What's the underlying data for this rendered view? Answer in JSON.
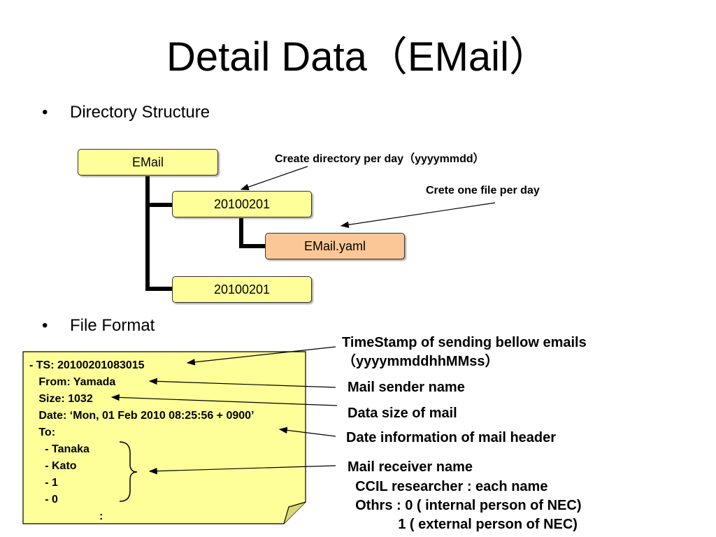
{
  "title": "Detail Data（EMail）",
  "bullets": {
    "directory": "Directory Structure",
    "file_format": "File Format"
  },
  "tree": {
    "root": "EMail",
    "day_dir_1": "20100201",
    "file": "EMail.yaml",
    "day_dir_2": "20100201"
  },
  "notes": {
    "per_day_dir": "Create directory per day（yyyymmdd）",
    "per_day_file": "Crete one file per day"
  },
  "yaml_lines": [
    "- TS: 20100201083015",
    "   From: Yamada",
    "   Size: 1032",
    "   Date: ‘Mon, 01 Feb 2010 08:25:56 + 0900’",
    "   To:",
    "     - Tanaka",
    "     - Kato",
    "     - 1",
    "     - 0",
    ":"
  ],
  "annotations": {
    "timestamp": [
      "TimeStamp of sending bellow emails",
      "（yyyymmddhhMMss）"
    ],
    "sender": "Mail sender name",
    "size": "Data size of mail",
    "date": "Date information of mail header",
    "receiver": [
      "Mail receiver name",
      "  CCIL researcher : each name",
      "  Othrs : 0 ( internal person of NEC)",
      "             1 ( external person of NEC)"
    ]
  },
  "colors": {
    "dir_box": "#ffff99",
    "file_box": "#fcc796",
    "note_paper": "#ffff99"
  }
}
